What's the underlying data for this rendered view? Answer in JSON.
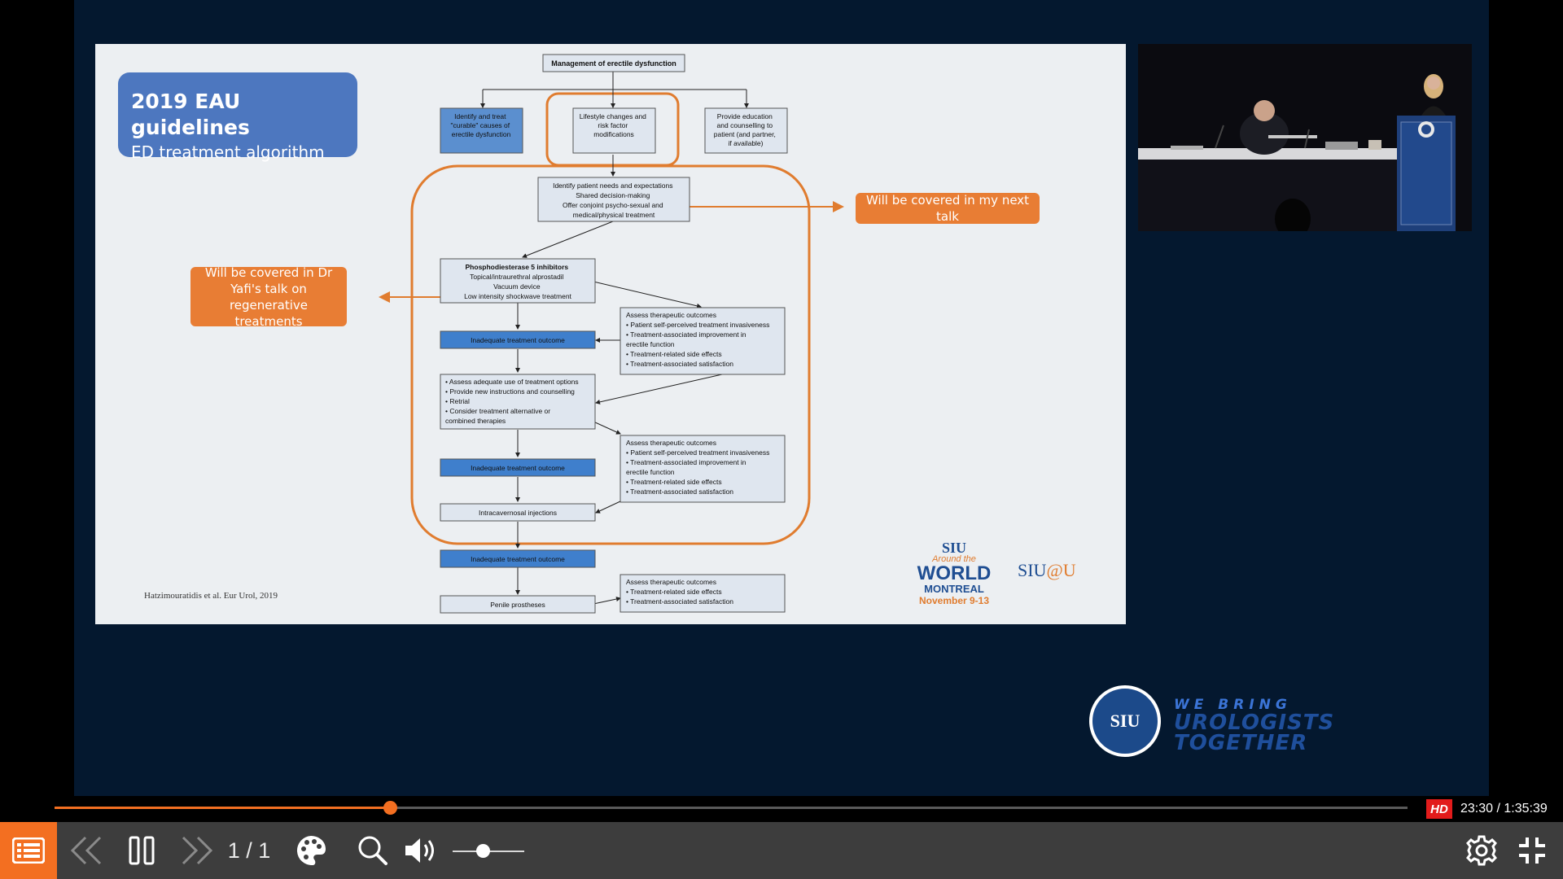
{
  "slide": {
    "title": "2019 EAU guidelines",
    "subtitle": "ED treatment algorithm",
    "callout_right": "Will be covered in my next talk",
    "callout_left": "Will be covered in Dr Yafi's talk on regenerative treatments",
    "citation": "Hatzimouratidis et al. Eur Urol, 2019",
    "flowchart": {
      "header": "Management of erectile dysfunction",
      "top_left": [
        "Identify and treat",
        "\"curable\" causes of",
        "erectile dysfunction"
      ],
      "top_mid": [
        "Lifestyle changes and",
        "risk factor",
        "modifications"
      ],
      "top_right": [
        "Provide education",
        "and counselling to",
        "patient (and partner,",
        "if available)"
      ],
      "needs": [
        "Identify patient needs and expectations",
        "Shared decision-making",
        "Offer conjoint psycho-sexual and",
        "medical/physical treatment"
      ],
      "pde5_title": "Phosphodiesterase 5 inhibitors",
      "pde5": [
        "Topical/intraurethral alprostadil",
        "Vacuum device",
        "Low intensity shockwave treatment"
      ],
      "inadequate": "Inadequate treatment outcome",
      "assess_title": "Assess therapeutic outcomes",
      "assess_full": [
        "• Patient self-perceived treatment invasiveness",
        "• Treatment-associated improvement in",
        "   erectile function",
        "• Treatment-related side effects",
        "• Treatment-associated satisfaction"
      ],
      "assess_short": [
        "• Treatment-related side effects",
        "• Treatment-associated satisfaction"
      ],
      "adequate_use": [
        "• Assess adequate use of treatment options",
        "• Provide new instructions and counselling",
        "• Retrial",
        "• Consider treatment alternative or",
        "   combined therapies"
      ],
      "intracavernosal": "Intracavernosal injections",
      "prostheses": "Penile prostheses"
    },
    "logo_world": {
      "l1": "SIU",
      "l2": "Around the",
      "l3": "WORLD",
      "l4": "MONTREAL",
      "l5": "November 9-13"
    },
    "logo_siu_u_a": "SIU",
    "logo_siu_u_b": "@U"
  },
  "branding": {
    "seal": "SIU",
    "slogan_1": "WE BRING",
    "slogan_2": "UROLOGISTS",
    "slogan_3": "TOGETHER"
  },
  "player": {
    "quality_badge": "HD",
    "timecode": "23:30 / 1:35:39",
    "progress": 0.248,
    "volume": 0.42,
    "page_indicator": "1 / 1",
    "accent": "#f36f21",
    "icons": [
      "slides-icon",
      "rewind-icon",
      "pause-icon",
      "forward-icon",
      "palette-icon",
      "search-icon",
      "volume-icon",
      "settings-icon",
      "exit-fullscreen-icon"
    ]
  }
}
